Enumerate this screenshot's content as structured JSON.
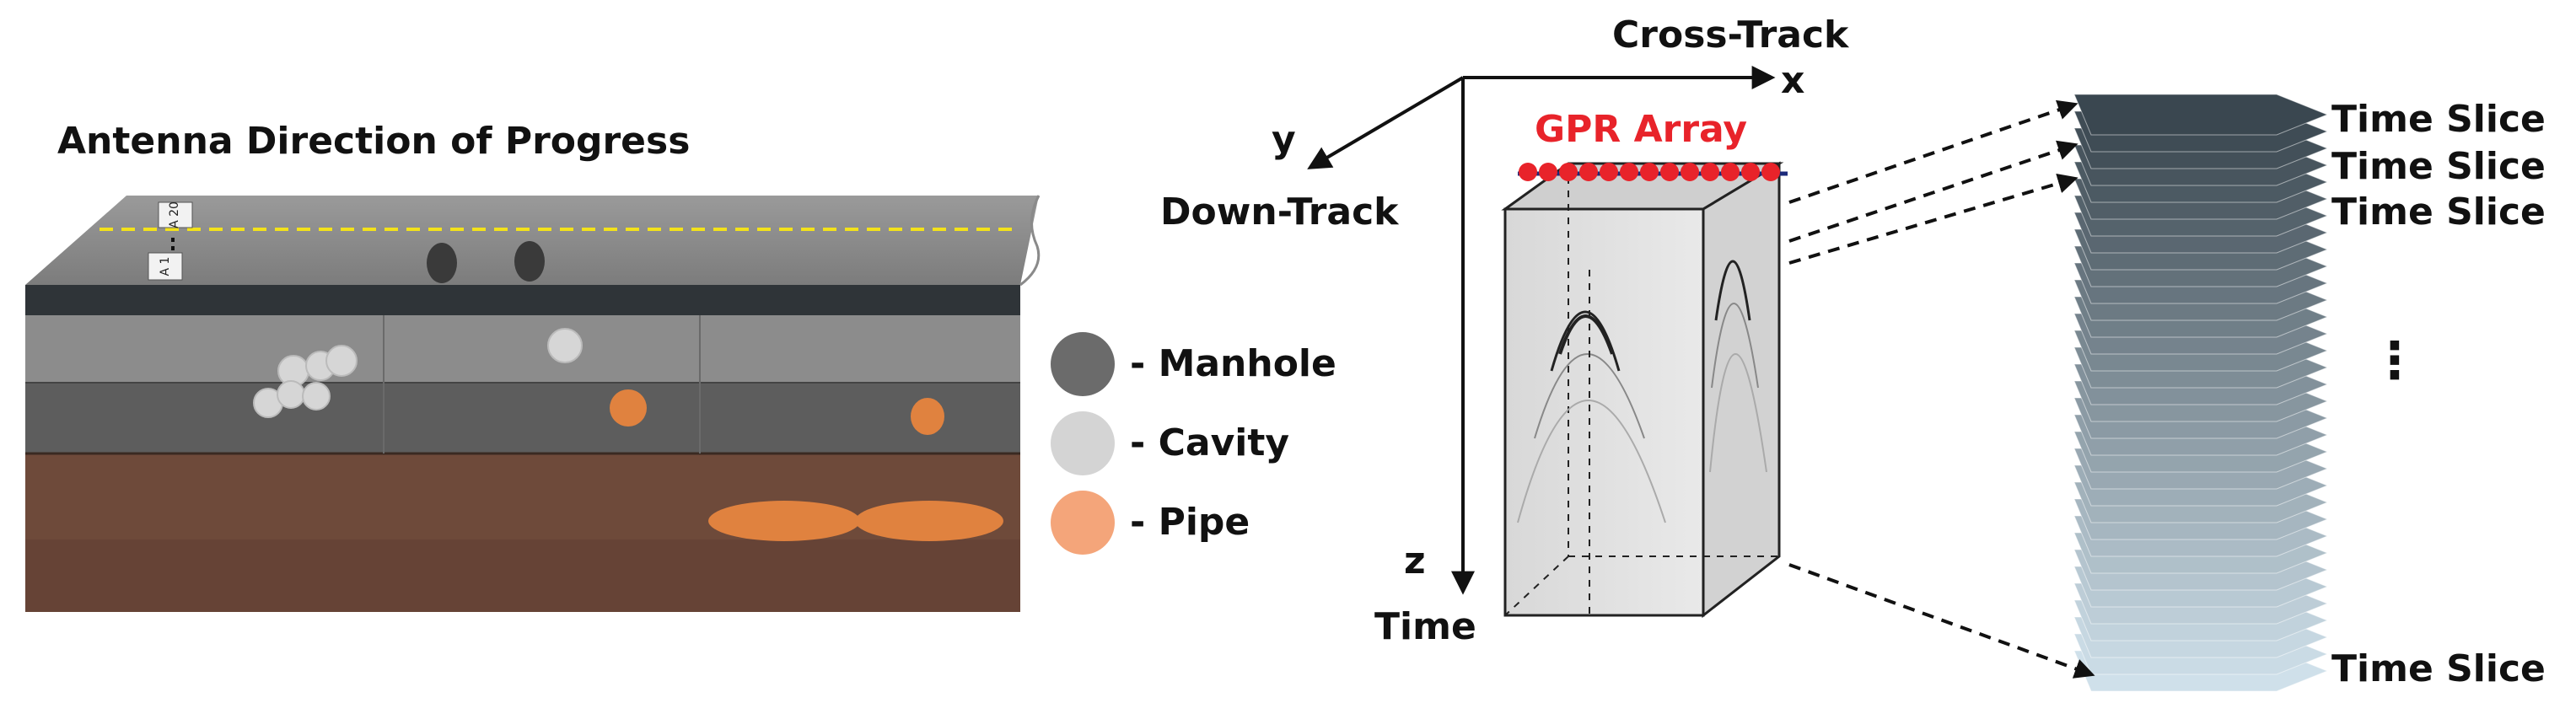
{
  "road_section": {
    "title": "Antenna Direction of Progress",
    "marker_labels": [
      "A 20",
      "A 1"
    ]
  },
  "legend": {
    "items": [
      {
        "label": "- Manhole",
        "color": "#6b6b6b"
      },
      {
        "label": "- Cavity",
        "color": "#d4d4d4"
      },
      {
        "label": "- Pipe",
        "color": "#f4a57a"
      }
    ]
  },
  "gpr_volume": {
    "axis_x_label": "x",
    "axis_x_name": "Cross-Track",
    "axis_y_label": "y",
    "axis_y_name": "Down-Track",
    "axis_z_label": "z",
    "axis_z_name": "Time",
    "array_label": "GPR Array",
    "array_color": "#e8232a"
  },
  "time_slices": {
    "labels": [
      "Time Slice",
      "Time Slice",
      "Time Slice",
      "Time Slice"
    ],
    "ellipsis": "⋮",
    "top_color": "#3a4750",
    "bottom_color": "#cfe0ea"
  }
}
